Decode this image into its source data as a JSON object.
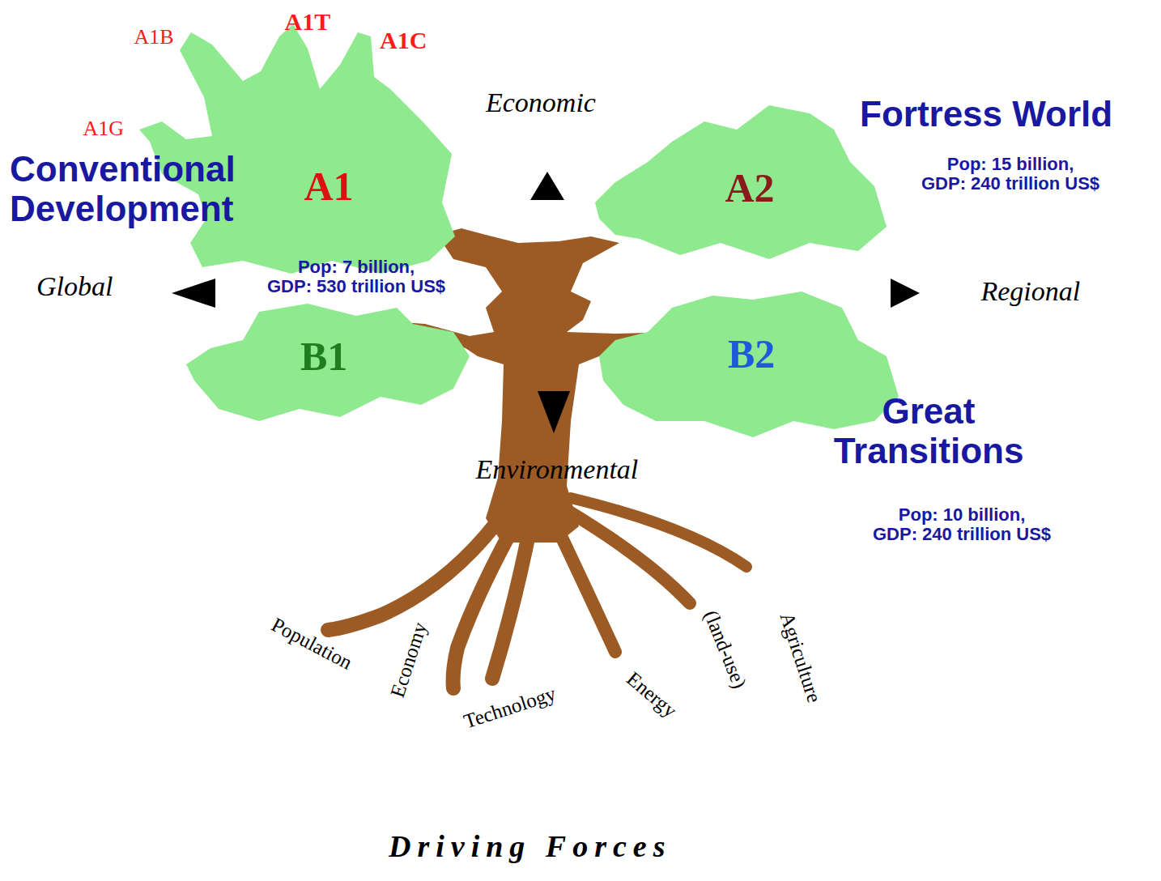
{
  "diagram": {
    "nodes": [
      {
        "text": [
          "A1"
        ]
      },
      {
        "text": [
          "A2"
        ]
      },
      {
        "text": [
          "B1"
        ]
      },
      {
        "text": [
          "B2"
        ]
      }
    ],
    "labels": [
      "A1B",
      "A1T",
      "A1C",
      "A1G",
      "Conventional Development",
      "Economic",
      "Pop: 7 billion, GDP: 530 trillion US$",
      "Fortress World",
      "Pop: 15 billion, GDP: 240 trillion US$",
      "Global",
      "Regional",
      "Great Transitions",
      "Pop: 10 billion, GDP: 240 trillion US$",
      "Environmental",
      "Population",
      "Economy",
      "Technology",
      "Energy",
      "(land-use)",
      "Agriculture",
      "Driving Forces"
    ]
  }
}
